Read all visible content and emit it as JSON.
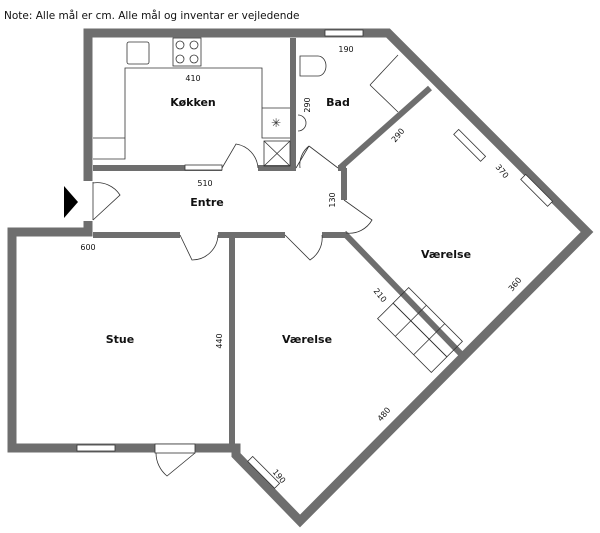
{
  "note": "Note: Alle mål er cm. Alle mål og inventar er vejledende",
  "rooms": {
    "kitchen": "Køkken",
    "bath": "Bad",
    "hall": "Entre",
    "bedroom1": "Værelse",
    "living": "Stue",
    "bedroom2": "Værelse"
  },
  "dimensions": {
    "kitchen_width": "410",
    "bath_width": "190",
    "bath_height": "290",
    "bath_diag": "290",
    "bedroom1_window_side": "370",
    "hall_width": "510",
    "hall_height": "130",
    "living_width": "600",
    "living_height": "440",
    "bedroom1_outer": "360",
    "bedroom2_inner": "210",
    "bedroom2_outer": "480",
    "bedroom2_window": "190"
  },
  "colors": {
    "wall": "#6e6e6e"
  }
}
